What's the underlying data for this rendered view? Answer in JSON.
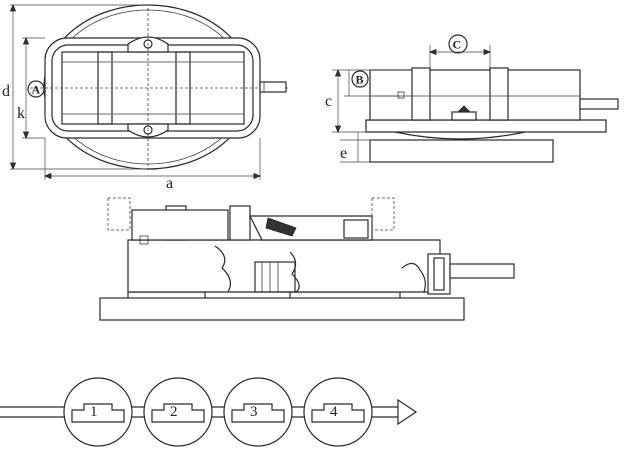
{
  "dimension_labels": {
    "a": "a",
    "c": "c",
    "d": "d",
    "e": "e",
    "k": "k"
  },
  "callouts": {
    "A": "A",
    "B": "B",
    "C": "C"
  },
  "steps": [
    "1",
    "2",
    "3",
    "4"
  ]
}
